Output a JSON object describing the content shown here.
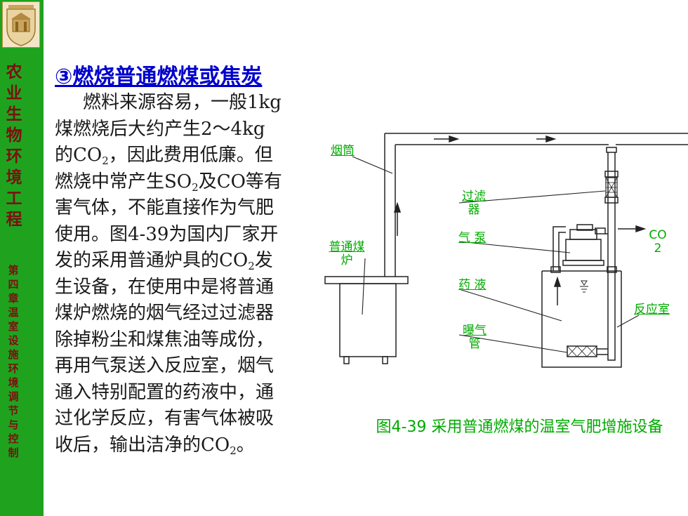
{
  "sidebar": {
    "course_title": "农业生物环境工程",
    "chapter_title": "第四章温室设施环境调节与控制"
  },
  "heading": "③燃烧普通燃煤或焦炭",
  "body": {
    "l1": "燃料来源容易，一般1kg",
    "l2": "煤燃烧后大约产生2～4kg",
    "l3a": "的CO",
    "l3sub": "2",
    "l3b": "，因此费用低廉。但",
    "l4a": "燃烧中常产生SO",
    "l4sub": "2",
    "l4b": "及CO等有",
    "l5": "害气体，不能直接作为气肥",
    "l6": "使用。图4-39为国内厂家开",
    "l7a": "发的采用普通炉具的CO",
    "l7sub": "2",
    "l7b": "发",
    "l8": "生设备，在使用中是将普通",
    "l9": "煤炉燃烧的烟气经过过滤器",
    "l10": "除掉粉尘和煤焦油等成份，",
    "l11": "再用气泵送入反应室，烟气",
    "l12": "通入特别配置的药液中，通",
    "l13": "过化学反应，有害气体被吸",
    "l14a": "收后，输出洁净的CO",
    "l14sub": "2",
    "l14b": "。"
  },
  "diagram": {
    "chimney": "烟筒",
    "filter_1": "过滤",
    "filter_2": "器",
    "pump": "气 泵",
    "co2_1": "CO",
    "co2_2": "2",
    "stove_1": "普通煤",
    "stove_2": "炉",
    "liquid": "药 液",
    "reactor": "反应室",
    "aeration_1": "曝气",
    "aeration_2": "管"
  },
  "caption": "图4-39 采用普通燃煤的温室气肥增施设备",
  "colors": {
    "sidebar": "#1fa31f",
    "heading": "#0000cc",
    "labels": "#00aa00",
    "sidebar_text": "#7a1010"
  }
}
